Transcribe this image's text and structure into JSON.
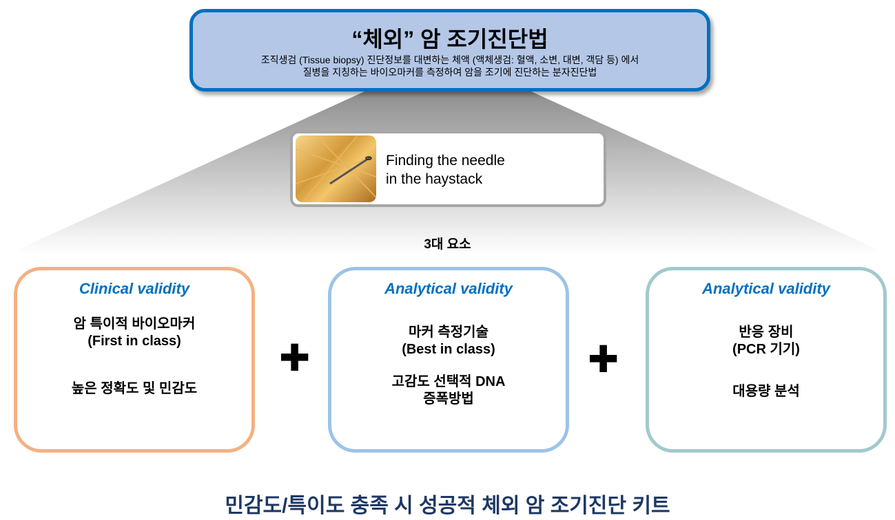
{
  "header": {
    "title": "“체외” 암 조기진단법",
    "subtitle_lines": [
      "조직생검 (Tissue biopsy) 진단정보를 대변하는 체액 (액체생검: 혈액, 소변, 대변, 객담 등) 에서",
      "질병을 지칭하는 바이오마커를 측정하여  암을 조기에 진단하는 분자진단법"
    ]
  },
  "needle": {
    "lines": [
      "Finding the needle",
      "in the haystack"
    ]
  },
  "section_label": "3대 요소",
  "cards": [
    {
      "title": "Clinical validity",
      "lines1": [
        "암 특이적 바이오마커",
        "(First in class)"
      ],
      "lines2": [
        "높은 정확도 및 민감도"
      ],
      "border": "#f4b183"
    },
    {
      "title": "Analytical validity",
      "lines1": [
        "마커 측정기술",
        "(Best in class)"
      ],
      "lines2": [
        "고감도 선택적 DNA",
        "증폭방법"
      ],
      "border": "#9dc3e6"
    },
    {
      "title": "Analytical validity",
      "lines1": [
        "반응 장비",
        "(PCR 기기)"
      ],
      "lines2": [
        "대용량 분석"
      ],
      "border": "#a2c9cb"
    }
  ],
  "plus_symbol": "✚",
  "footer": "민감도/특이도 충족 시 성공적 체외 암 조기진단 키트"
}
